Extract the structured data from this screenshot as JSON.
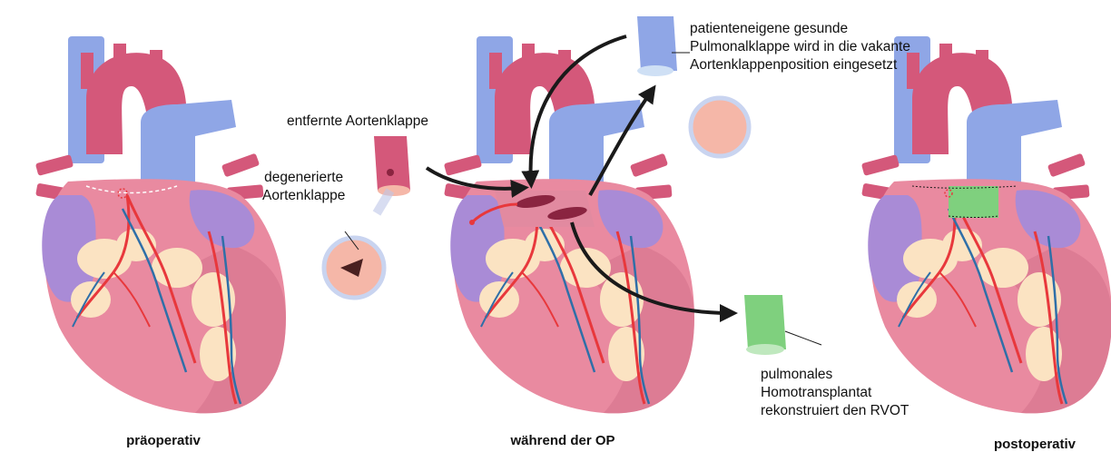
{
  "captions": {
    "pre": "präoperativ",
    "during": "während der OP",
    "post": "postoperativ"
  },
  "labels": {
    "removed_valve": "entfernte Aortenklappe",
    "degenerated_valve": "degenerierte\nAortenklappe",
    "pulmonary_valve": "patienteneigene gesunde\nPulmonalklappe wird in die vakante\nAortenklappenposition eingesetzt",
    "homograft": "pulmonales\nHomotransplantat\nrekonstruiert den RVOT"
  },
  "colors": {
    "aorta": "#d4587a",
    "heart": "#e98aa0",
    "heart_dark": "#c9607e",
    "pulmonary_artery": "#8fa6e6",
    "atrium": "#a98bd6",
    "fat": "#fbe3c2",
    "artery": "#e8383c",
    "vein": "#2f6fa8",
    "homograft": "#7fd07e",
    "valve_tissue": "#f5b7a8",
    "arrow": "#1a1a1a"
  }
}
